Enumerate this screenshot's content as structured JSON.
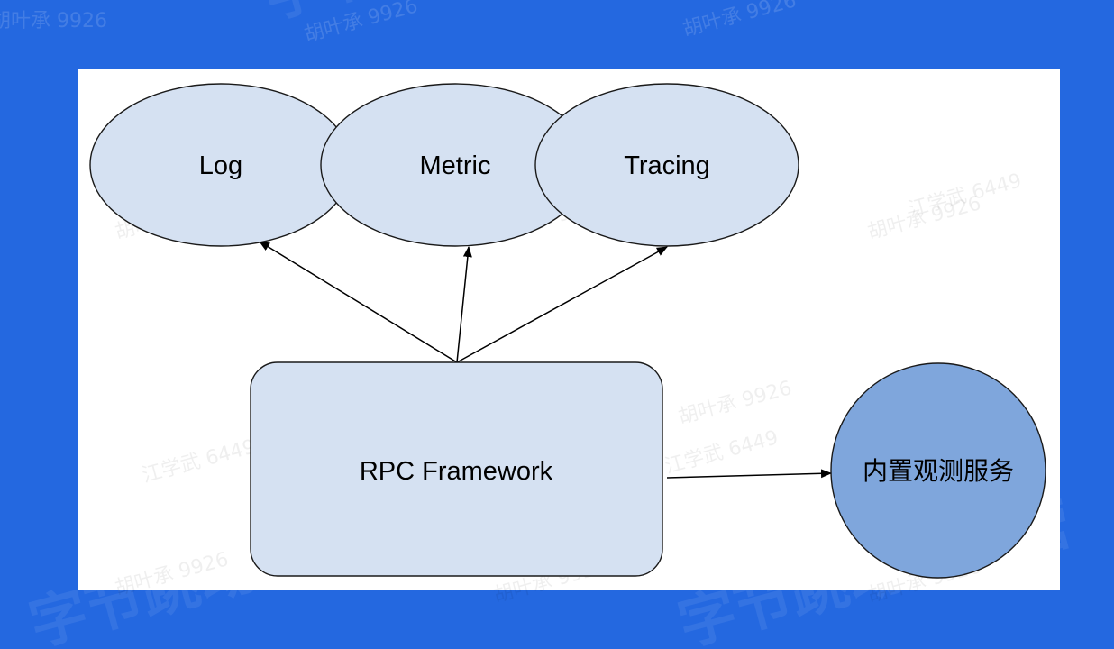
{
  "diagram": {
    "nodes": {
      "log": {
        "label": "Log"
      },
      "metric": {
        "label": "Metric"
      },
      "tracing": {
        "label": "Tracing"
      },
      "rpc": {
        "label": "RPC Framework"
      },
      "observability": {
        "label": "内置观测服务"
      }
    },
    "edges": [
      {
        "from": "rpc",
        "to": "log"
      },
      {
        "from": "rpc",
        "to": "metric"
      },
      {
        "from": "rpc",
        "to": "tracing"
      },
      {
        "from": "rpc",
        "to": "observability"
      }
    ]
  },
  "watermarks": {
    "name_a": "胡叶承 9926",
    "name_b": "江学武 6449",
    "brand": "字节跳动青训营"
  },
  "colors": {
    "background": "#2468e0",
    "canvas": "#ffffff",
    "node_fill": "#d5e1f2",
    "service_fill": "#7fa6dc",
    "stroke": "#1a1a1a"
  }
}
